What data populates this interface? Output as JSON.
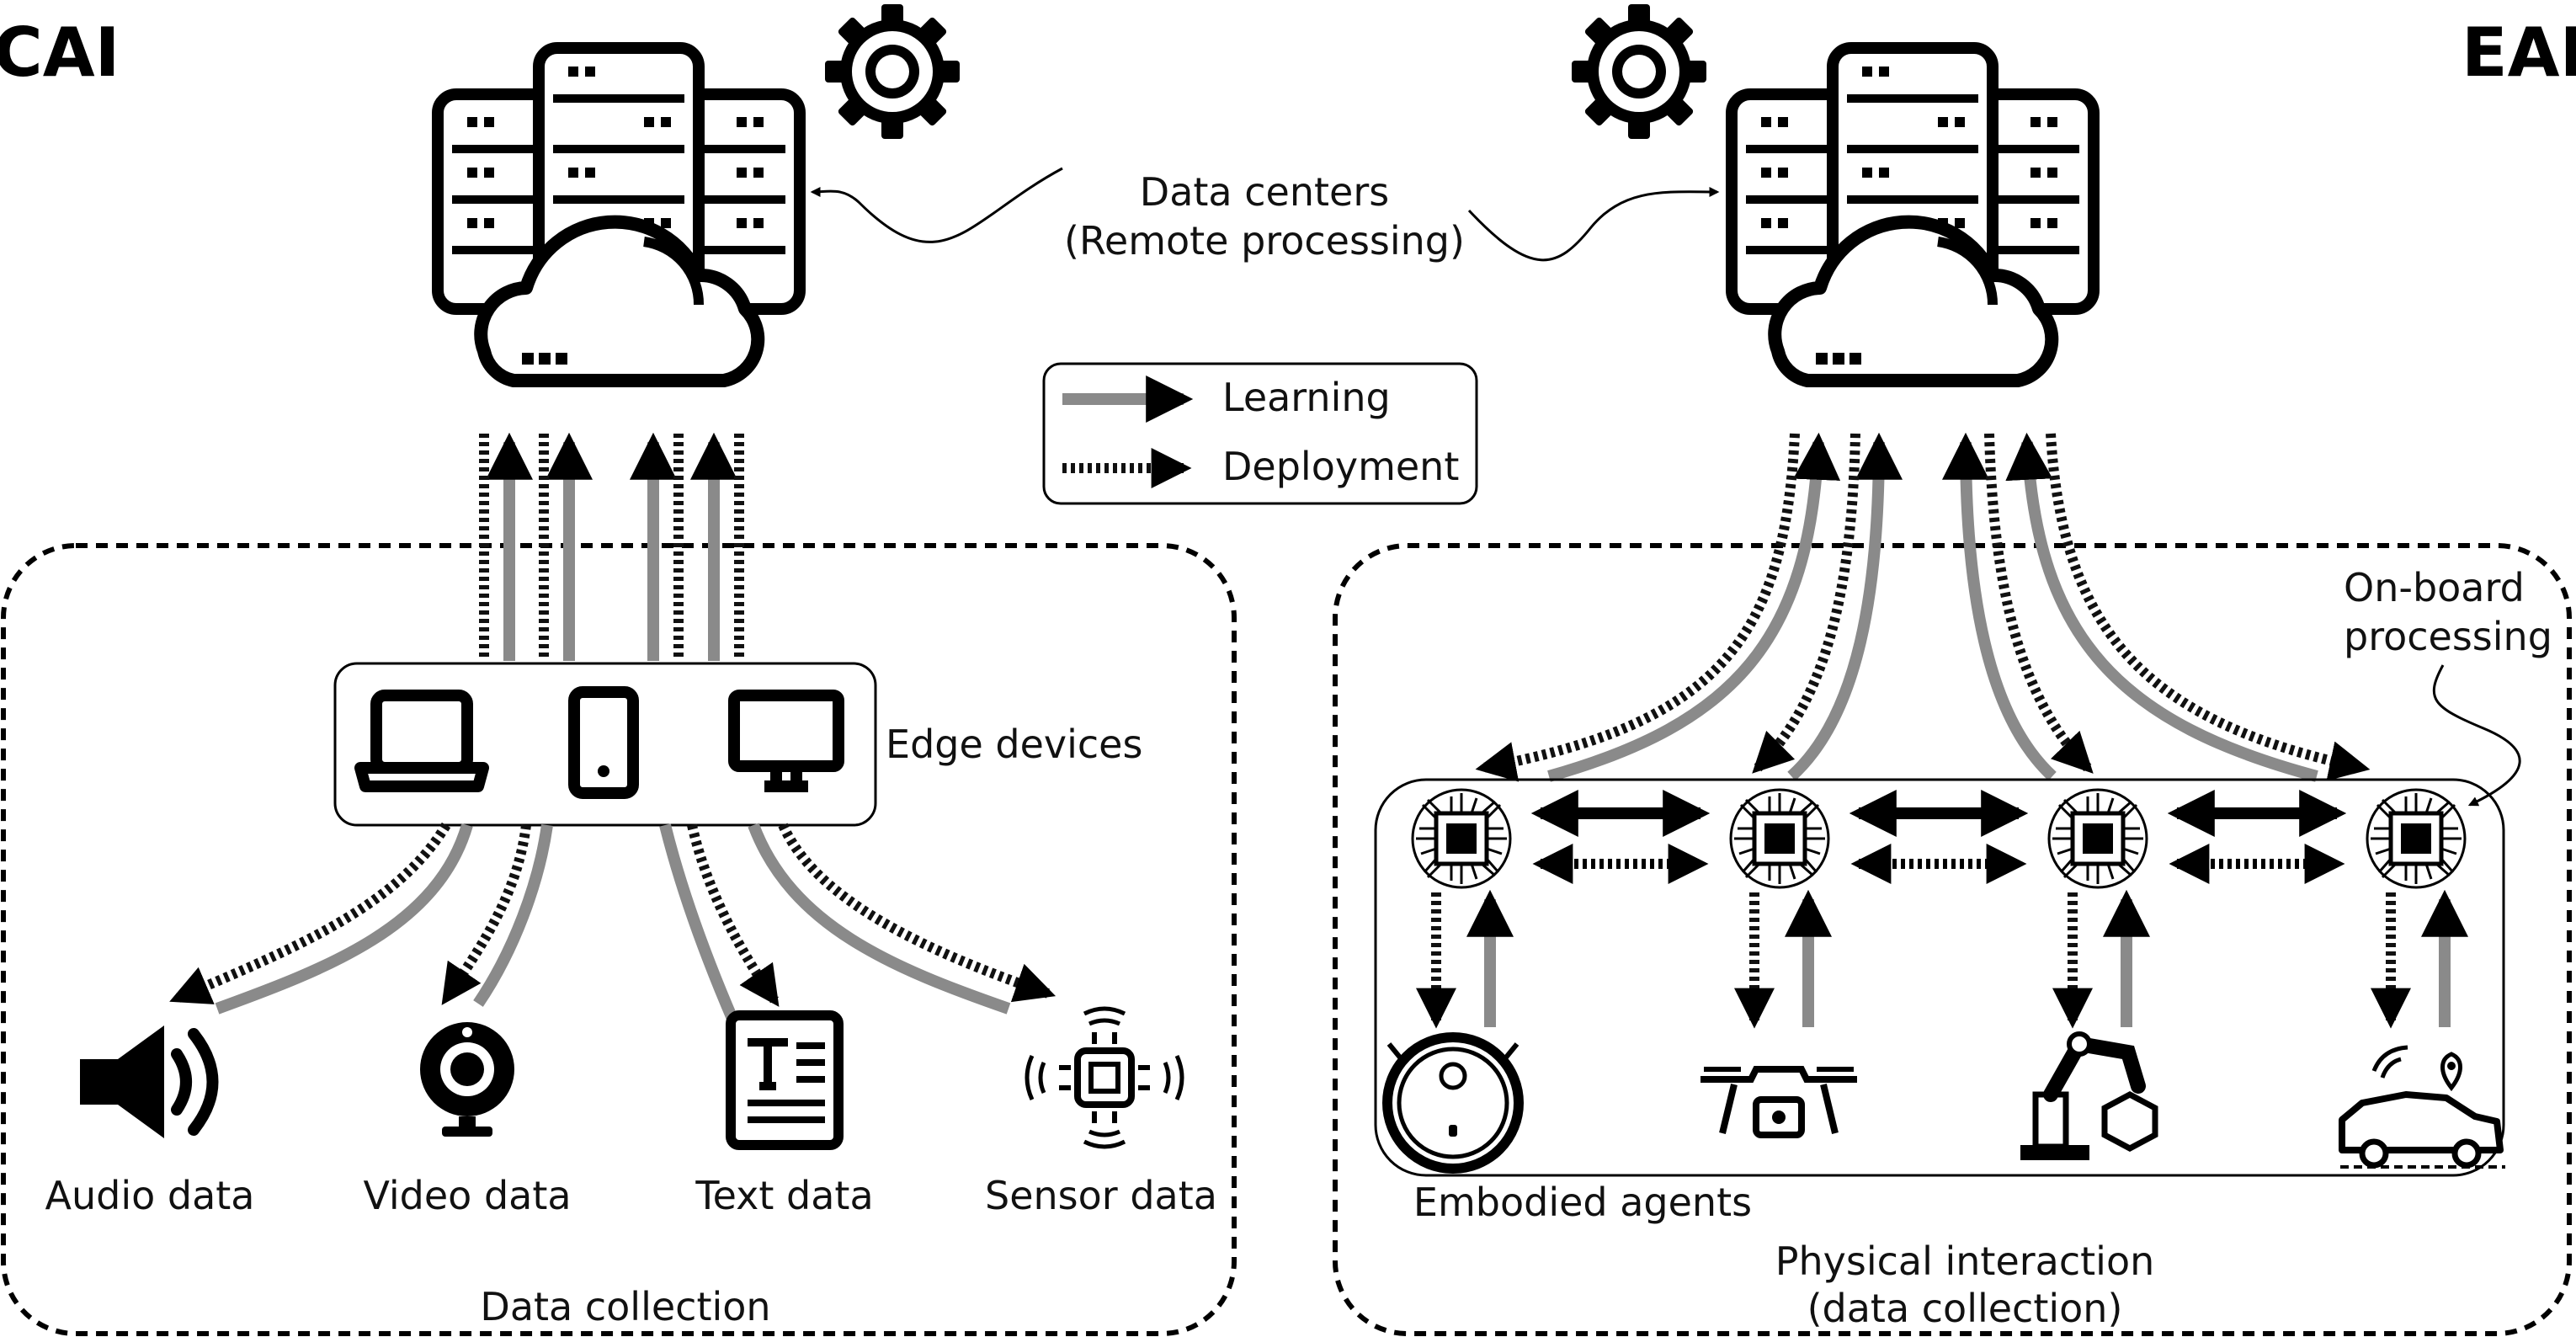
{
  "left_panel": {
    "tag": "CAI",
    "edge_label": "Edge devices",
    "region_label": "Data collection",
    "data_types": [
      "Audio data",
      "Video data",
      "Text data",
      "Sensor data"
    ]
  },
  "right_panel": {
    "tag": "EAI",
    "agents_label": "Embodied agents",
    "onboard_label": [
      "On-board",
      "processing"
    ],
    "region_label": [
      "Physical interaction",
      "(data collection)"
    ]
  },
  "datacenters_label": [
    "Data centers",
    "(Remote processing)"
  ],
  "legend": {
    "learning": "Learning",
    "deployment": "Deployment"
  },
  "colors": {
    "learning": "#8a8a8a",
    "deployment": "#111111",
    "ink": "#000000"
  }
}
